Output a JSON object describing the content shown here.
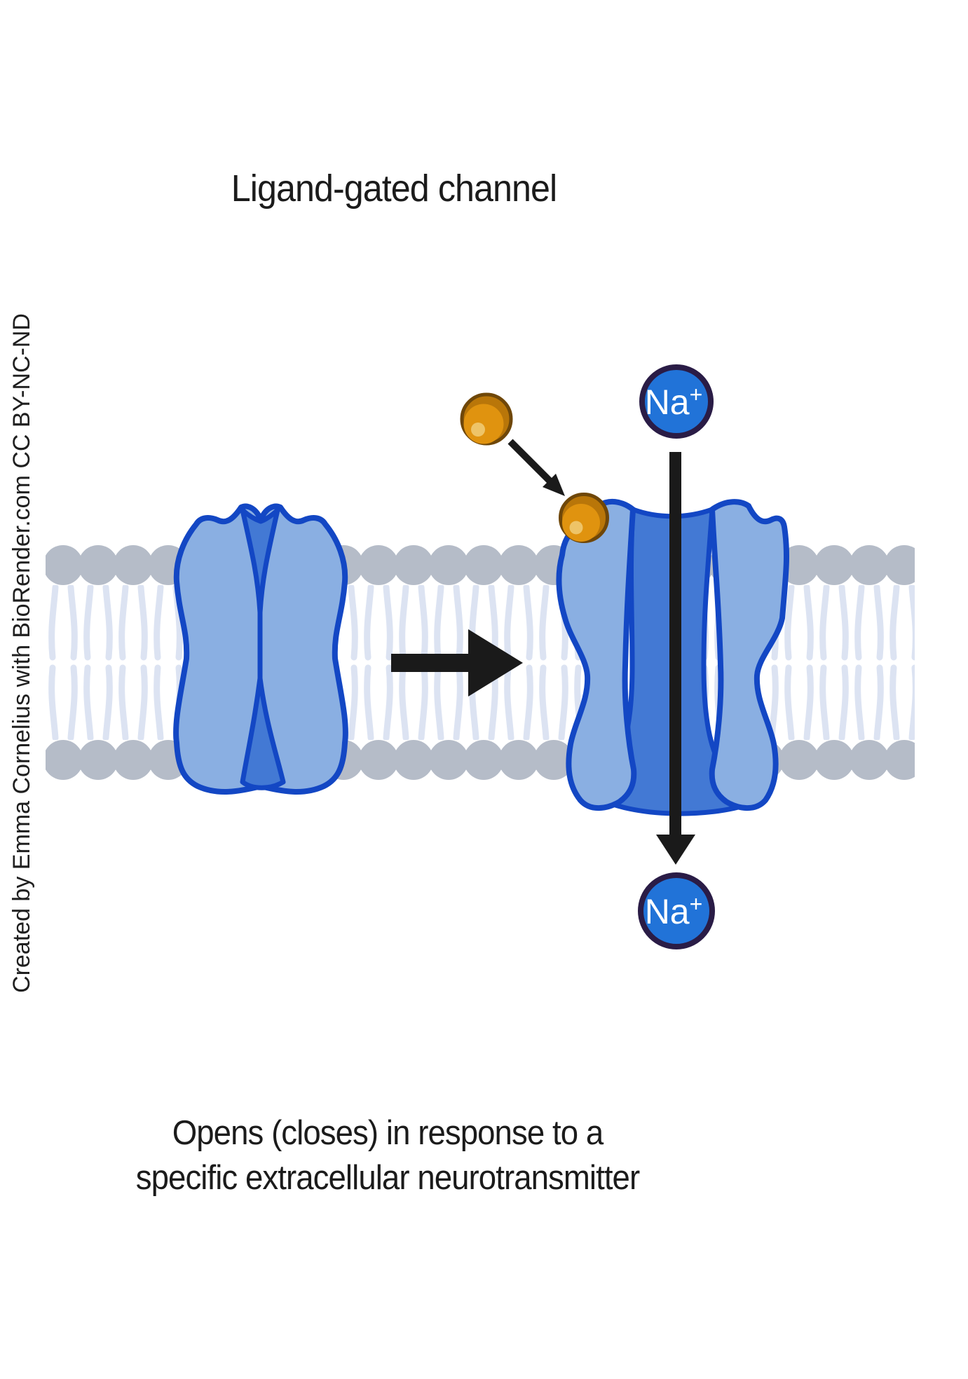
{
  "title": "Ligand-gated channel",
  "caption": {
    "line1": "Opens (closes) in response to a",
    "line2": "specific extracellular neurotransmitter"
  },
  "credit": "Created by Emma Cornelius with BioRender.com CC BY-NC-ND",
  "ions": [
    {
      "location": "extracellular",
      "symbol": "Na",
      "charge": "+"
    },
    {
      "location": "intracellular",
      "symbol": "Na",
      "charge": "+"
    }
  ],
  "diagram": {
    "elements": [
      "closed ligand-gated channel in lipid bilayer",
      "open ligand-gated channel with bound neurotransmitter",
      "free neurotransmitter ligand",
      "ligand binding arrow",
      "state transition arrow",
      "sodium ion flow arrow through open channel"
    ],
    "colors": {
      "background": "#ffffff",
      "text": "#1b1b1b",
      "membrane_head": "#b5bcc8",
      "membrane_tail": "#dce3f2",
      "channel_fill": "#8aafe2",
      "channel_pore": "#4379d4",
      "channel_outline": "#1347c4",
      "arrow": "#1a1a1a",
      "ligand_fill": "#e0930f",
      "ligand_shade": "#b97609",
      "ligand_outline": "#6f4708",
      "ligand_highlight": "#eec468",
      "ion_fill": "#2173d8",
      "ion_outline": "#2a1c46"
    }
  }
}
